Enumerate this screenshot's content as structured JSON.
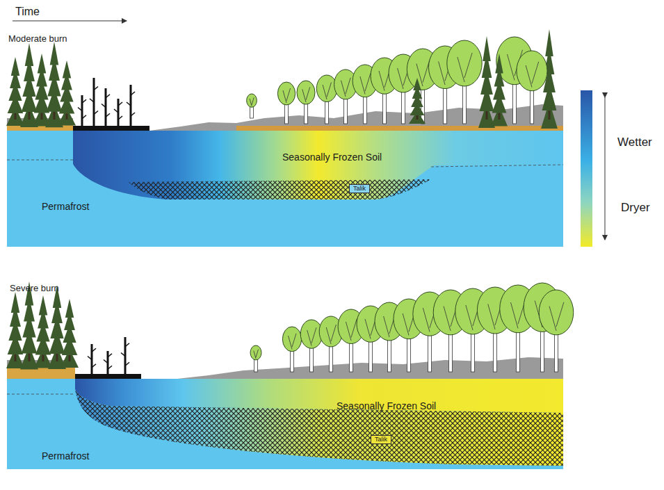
{
  "diagram": {
    "nodes": [
      {
        "text": [
          "Talik"
        ]
      },
      {
        "text": [
          "Talik"
        ]
      }
    ],
    "labels": [
      "Time",
      "Moderate burn",
      "Seasonally Frozen Soil",
      "Permafrost",
      "Wetter",
      "Dryer",
      "Severe burn",
      "Seasonally Frozen Soil",
      "Permafrost"
    ]
  }
}
